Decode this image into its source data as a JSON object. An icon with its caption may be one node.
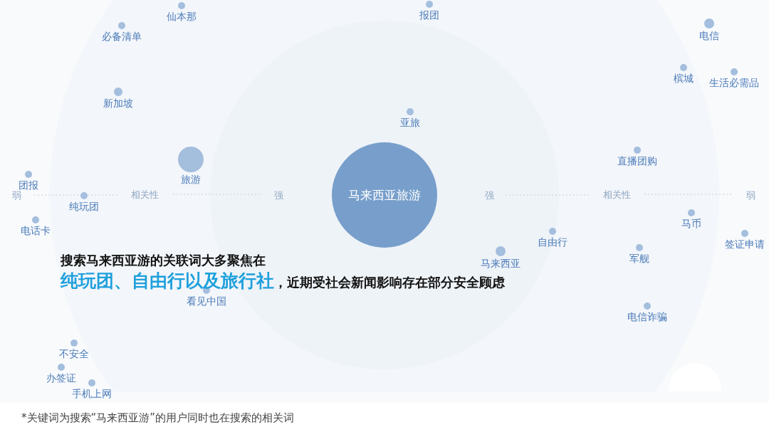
{
  "diagram": {
    "caption": "*关键词为搜索“马来西亚游”的用户同时也在搜索的相关词",
    "nodes": [
      {
        "text": [
          "马来西亚旅游"
        ]
      }
    ],
    "labels": [
      "仙本那",
      "报团",
      "必备清单",
      "电信",
      "槟城",
      "生活必需品",
      "新加坡",
      "亚旅",
      "直播团购",
      "旅游",
      "团报",
      "弱",
      "相关性",
      "强",
      "强",
      "相关性",
      "弱",
      "纯玩团",
      "马币",
      "电话卡",
      "自由行",
      "签证申请",
      "马来西亚",
      "军舰",
      "搜索马来西亚游的关联词大多聚焦在",
      "纯玩团、自由行以及旅行社",
      "，近期受社会新闻影响存在部分安全顾虑",
      "看见中国",
      "电信诈骗",
      "不安全",
      "办签证",
      "手机上网"
    ]
  }
}
